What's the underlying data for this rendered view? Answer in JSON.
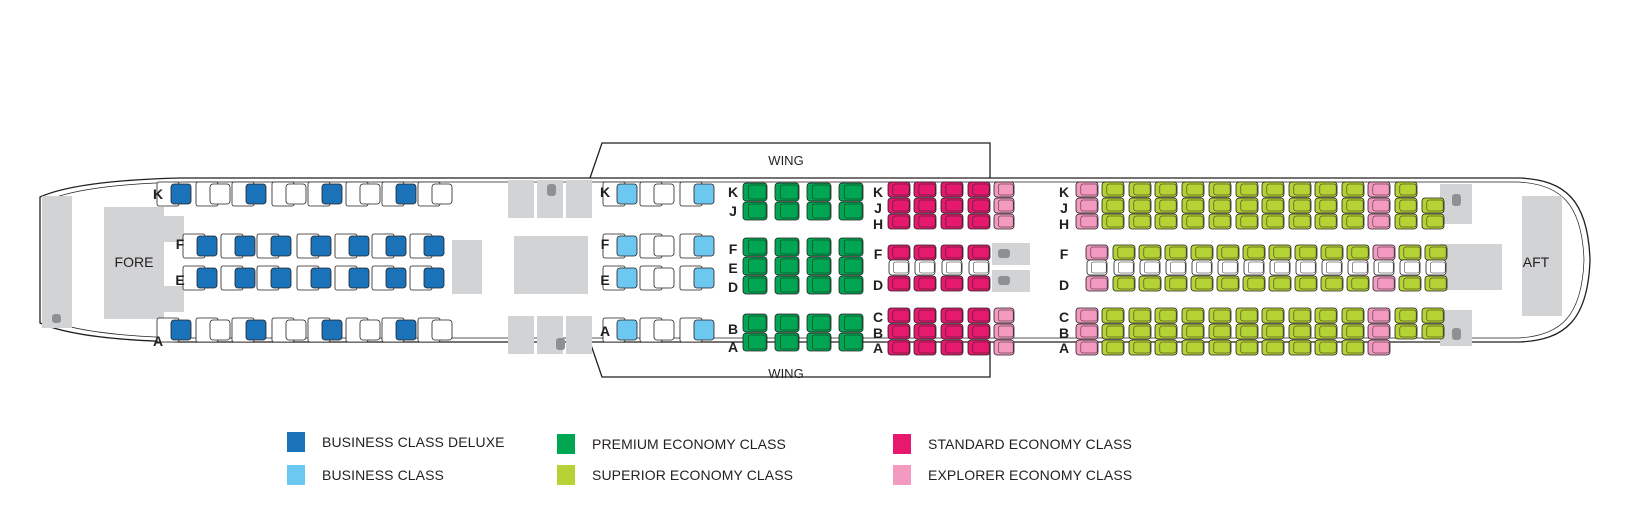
{
  "labels": {
    "wing_top": "WING",
    "wing_bottom": "WING",
    "fore": "FORE",
    "aft": "AFT"
  },
  "colors": {
    "business_deluxe": "#1a73b8",
    "business": "#6cc8f0",
    "premium": "#00a651",
    "superior": "#b5d334",
    "standard": "#e6196e",
    "explorer": "#f49ac1",
    "facility": "#d1d3d4",
    "white_seat": "#ffffff"
  },
  "legend": [
    {
      "label": "BUSINESS CLASS DELUXE",
      "color": "#1a73b8"
    },
    {
      "label": "BUSINESS CLASS",
      "color": "#6cc8f0"
    },
    {
      "label": "PREMIUM ECONOMY CLASS",
      "color": "#00a651"
    },
    {
      "label": "SUPERIOR ECONOMY CLASS",
      "color": "#b5d334"
    },
    {
      "label": "STANDARD ECONOMY CLASS",
      "color": "#e6196e"
    },
    {
      "label": "EXPLORER ECONOMY CLASS",
      "color": "#f49ac1"
    }
  ],
  "cabins": {
    "business_deluxe": {
      "letters_top": [
        "K"
      ],
      "letters_mid": [
        "F",
        "E"
      ],
      "letters_bottom": [
        "A"
      ]
    },
    "business": {
      "letters_top": [
        "K"
      ],
      "letters_mid": [
        "F",
        "E"
      ],
      "letters_bottom": [
        "A"
      ]
    },
    "premium": {
      "letters_top": [
        "K",
        "J"
      ],
      "letters_mid": [
        "F",
        "E",
        "D"
      ],
      "letters_bottom": [
        "B",
        "A"
      ]
    },
    "standard": {
      "letters_top": [
        "K",
        "J",
        "H"
      ],
      "letters_mid": [
        "F",
        "D"
      ],
      "letters_bottom": [
        "C",
        "B",
        "A"
      ]
    },
    "rear": {
      "letters_top": [
        "K",
        "J",
        "H"
      ],
      "letters_mid": [
        "F",
        "D"
      ],
      "letters_bottom": [
        "C",
        "B",
        "A"
      ]
    }
  }
}
